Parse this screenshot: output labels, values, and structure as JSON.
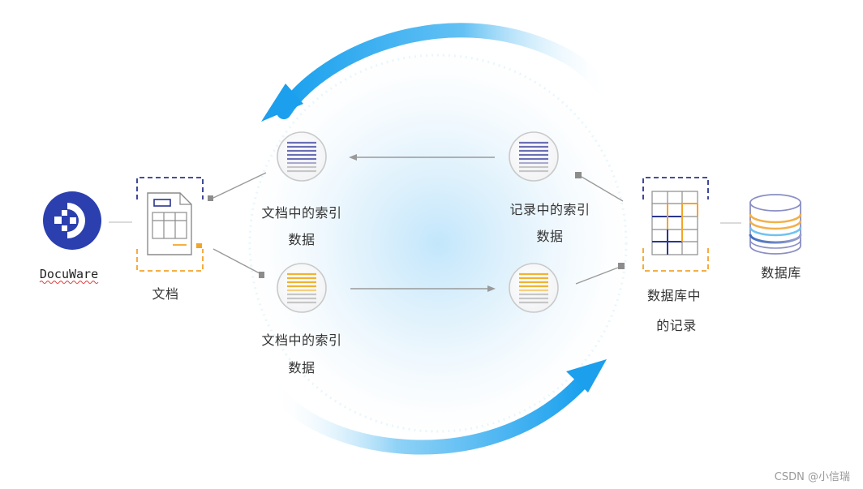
{
  "brand": {
    "name": "DocuWare"
  },
  "nodes": {
    "document": {
      "label": "文档"
    },
    "doc_index_top": {
      "label_line1": "文档中的索引",
      "label_line2": "数据"
    },
    "doc_index_bottom": {
      "label_line1": "文档中的索引",
      "label_line2": "数据"
    },
    "record_index": {
      "label_line1": "记录中的索引",
      "label_line2": "数据"
    },
    "db_record": {
      "label_line1": "数据库中",
      "label_line2": "的记录"
    },
    "database": {
      "label": "数据库"
    }
  },
  "watermark": {
    "text": "CSDN @小信瑞"
  },
  "colors": {
    "accent_blue": "#29a9ef",
    "brand_blue": "#2b3fae",
    "index_purple": "#6a6fb4",
    "index_orange": "#f0b233",
    "dashed_orange": "#f3a42a",
    "dashed_navy": "#2a3590",
    "connector_gray": "#9a9a9a"
  },
  "icons": {
    "brand": "docuware-logo-icon",
    "document": "document-form-icon",
    "index": "lines-list-icon",
    "record": "table-grid-icon",
    "database": "database-cylinder-icon",
    "flow": "curved-arrow-icon"
  }
}
